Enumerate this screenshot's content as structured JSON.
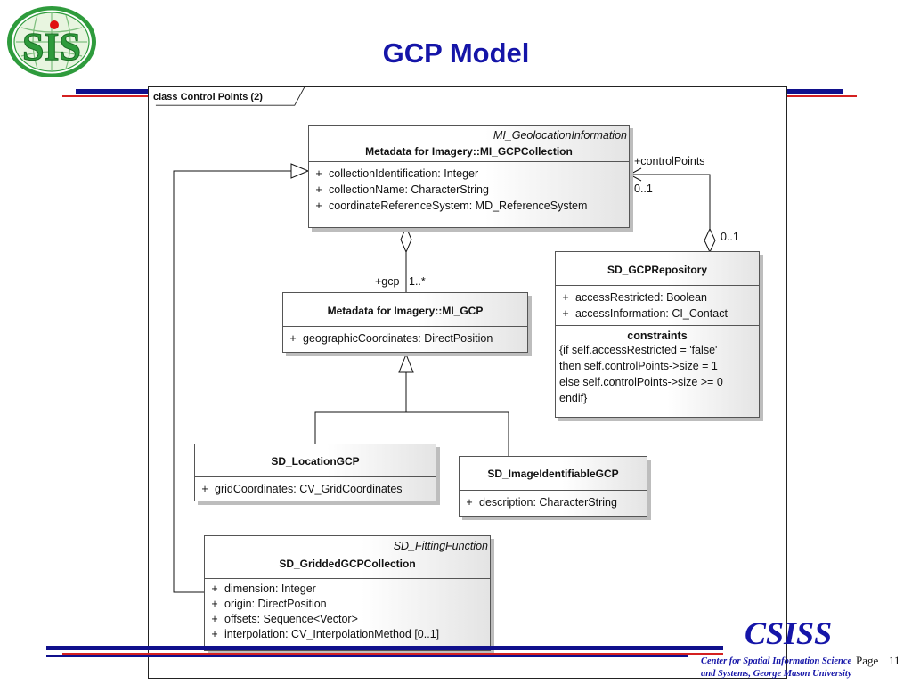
{
  "slide": {
    "title": "GCP Model",
    "logo_text": "SIS",
    "page_label": "Page",
    "page_number": "11",
    "org_logo": "CSISS",
    "org_name_line1": "Center for Spatial Information Science",
    "org_name_line2": "and Systems, George Mason University",
    "colors": {
      "accent_blue": "#10108c",
      "title_blue": "#1515a8",
      "accent_red": "#d42020",
      "logo_green": "#2e9b3c"
    }
  },
  "diagram": {
    "frame_label": "class Control Points (2)",
    "classes": {
      "gcp_collection": {
        "stereotype": "MI_GeolocationInformation",
        "name": "Metadata for Imagery::MI_GCPCollection",
        "attributes": [
          {
            "vis": "+",
            "text": "collectionIdentification:  Integer"
          },
          {
            "vis": "+",
            "text": "collectionName:  CharacterString"
          },
          {
            "vis": "+",
            "text": "coordinateReferenceSystem:  MD_ReferenceSystem"
          }
        ]
      },
      "gcp": {
        "name": "Metadata for Imagery::MI_GCP",
        "attributes": [
          {
            "vis": "+",
            "text": "geographicCoordinates:  DirectPosition"
          }
        ]
      },
      "repository": {
        "name": "SD_GCPRepository",
        "attributes": [
          {
            "vis": "+",
            "text": "accessRestricted:  Boolean"
          },
          {
            "vis": "+",
            "text": "accessInformation:  CI_Contact"
          }
        ],
        "constraints_title": "constraints",
        "constraints": [
          "{if self.accessRestricted = 'false'",
          "then self.controlPoints->size = 1",
          "else self.controlPoints->size >= 0",
          "endif}"
        ]
      },
      "location_gcp": {
        "name": "SD_LocationGCP",
        "attributes": [
          {
            "vis": "+",
            "text": "gridCoordinates:  CV_GridCoordinates"
          }
        ]
      },
      "image_gcp": {
        "name": "SD_ImageIdentifiableGCP",
        "attributes": [
          {
            "vis": "+",
            "text": "description:  CharacterString"
          }
        ]
      },
      "gridded": {
        "stereotype": "SD_FittingFunction",
        "name": "SD_GriddedGCPCollection",
        "attributes": [
          {
            "vis": "+",
            "text": "dimension:  Integer"
          },
          {
            "vis": "+",
            "text": "origin:  DirectPosition"
          },
          {
            "vis": "+",
            "text": "offsets:  Sequence<Vector>"
          },
          {
            "vis": "+",
            "text": "interpolation:  CV_InterpolationMethod [0..1]"
          }
        ]
      }
    },
    "labels": {
      "control_points_role": "+controlPoints",
      "control_points_mult": "0..1",
      "repository_mult": "0..1",
      "gcp_role": "+gcp",
      "gcp_mult": "1..*"
    }
  }
}
